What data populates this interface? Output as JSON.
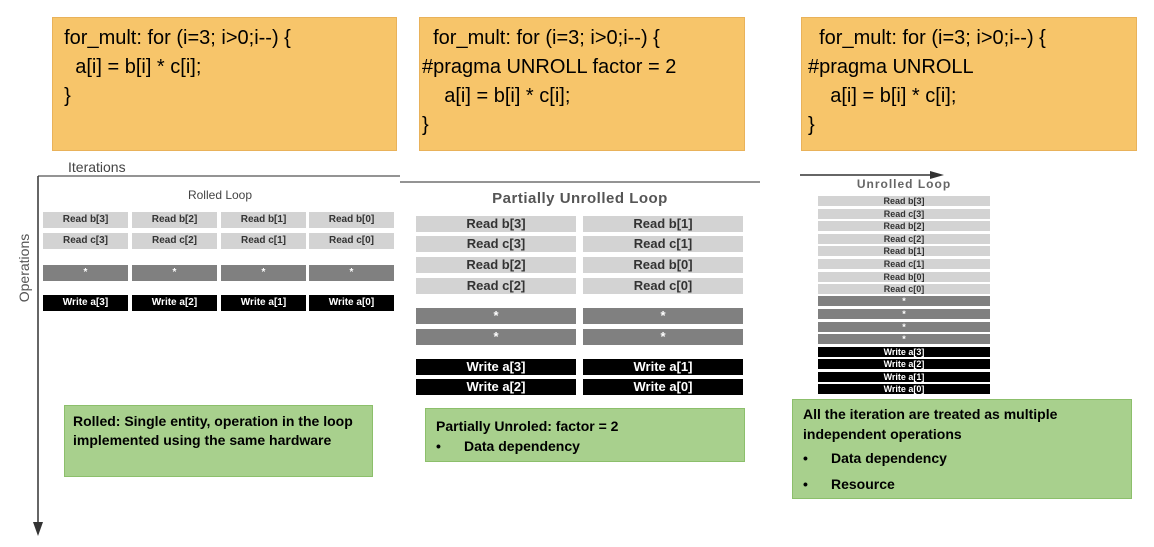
{
  "code_boxes": [
    [
      "  for_mult: for (i=3; i>0;i--) {",
      "    a[i] = b[i] * c[i];",
      "  }"
    ],
    [
      "  for_mult: for (i=3; i>0;i--) {",
      "#pragma UNROLL factor = 2",
      "    a[i] = b[i] * c[i];",
      "}"
    ],
    [
      "  for_mult: for (i=3; i>0;i--) {",
      "#pragma UNROLL",
      "    a[i] = b[i] * c[i];",
      "}"
    ]
  ],
  "axes": {
    "x_label": "Iterations",
    "y_label": "Operations"
  },
  "rolled": {
    "title": "Rolled Loop",
    "reads_b": [
      "Read b[3]",
      "Read b[2]",
      "Read b[1]",
      "Read b[0]"
    ],
    "reads_c": [
      "Read c[3]",
      "Read c[2]",
      "Read c[1]",
      "Read c[0]"
    ],
    "mult": [
      "*",
      "*",
      "*",
      "*"
    ],
    "writes": [
      "Write a[3]",
      "Write a[2]",
      "Write a[1]",
      "Write a[0]"
    ]
  },
  "partial": {
    "title": "Partially Unrolled Loop",
    "col1_reads": [
      "Read b[3]",
      "Read c[3]",
      "Read b[2]",
      "Read c[2]"
    ],
    "col2_reads": [
      "Read b[1]",
      "Read c[1]",
      "Read b[0]",
      "Read c[0]"
    ],
    "mult": [
      "*",
      "*",
      "*",
      "*"
    ],
    "col1_writes": [
      "Write a[3]",
      "Write a[2]"
    ],
    "col2_writes": [
      "Write a[1]",
      "Write a[0]"
    ]
  },
  "unrolled": {
    "title": "Unrolled Loop",
    "reads": [
      "Read b[3]",
      "Read c[3]",
      "Read b[2]",
      "Read c[2]",
      "Read b[1]",
      "Read c[1]",
      "Read b[0]",
      "Read c[0]"
    ],
    "mult": [
      "*",
      "*",
      "*",
      "*"
    ],
    "writes": [
      "Write a[3]",
      "Write a[2]",
      "Write a[1]",
      "Write a[0]"
    ]
  },
  "notes": [
    {
      "lines": [
        "Rolled: Single entity, operation in the loop implemented using the same hardware"
      ]
    },
    {
      "lines": [
        "Partially Unroled: factor = 2"
      ],
      "bullets": [
        "Data dependency"
      ]
    },
    {
      "lines": [
        "All the iteration are treated as multiple independent operations"
      ],
      "bullets": [
        "Data dependency",
        "Resource"
      ]
    }
  ],
  "colors": {
    "code_bg": "#f7c56a",
    "note_bg": "#a8d08d",
    "read_cell": "#d3d3d3",
    "mult_cell": "#808080",
    "write_cell": "#000000"
  }
}
